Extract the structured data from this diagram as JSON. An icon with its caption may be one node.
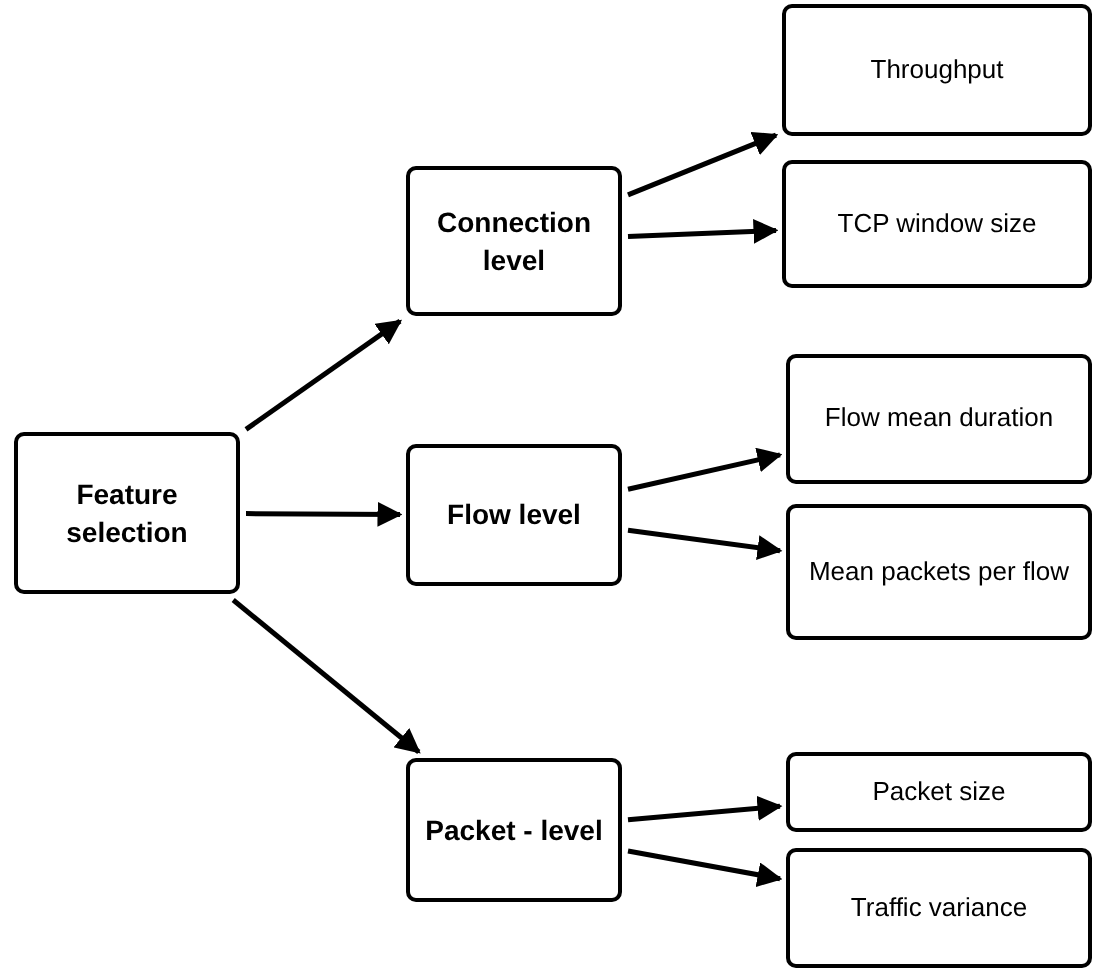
{
  "diagram": {
    "nodes": [
      {
        "text": [
          "Feature selection"
        ]
      },
      {
        "text": [
          "Connection level"
        ]
      },
      {
        "text": [
          "Flow level"
        ]
      },
      {
        "text": [
          "Packet - level"
        ]
      },
      {
        "text": [
          "Throughput"
        ]
      },
      {
        "text": [
          "TCP window size"
        ]
      },
      {
        "text": [
          "Flow mean duration"
        ]
      },
      {
        "text": [
          "Mean packets per flow"
        ]
      },
      {
        "text": [
          "Packet size"
        ]
      },
      {
        "text": [
          "Traffic variance"
        ]
      }
    ],
    "edges": [
      {
        "from": 0,
        "to": 1,
        "arrow": "to"
      },
      {
        "from": 0,
        "to": 2,
        "arrow": "to"
      },
      {
        "from": 0,
        "to": 3,
        "arrow": "to"
      },
      {
        "from": 1,
        "to": 4,
        "arrow": "to"
      },
      {
        "from": 1,
        "to": 5,
        "arrow": "to"
      },
      {
        "from": 2,
        "to": 6,
        "arrow": "to"
      },
      {
        "from": 2,
        "to": 7,
        "arrow": "to"
      },
      {
        "from": 3,
        "to": 8,
        "arrow": "to"
      },
      {
        "from": 3,
        "to": 9,
        "arrow": "to"
      }
    ]
  }
}
